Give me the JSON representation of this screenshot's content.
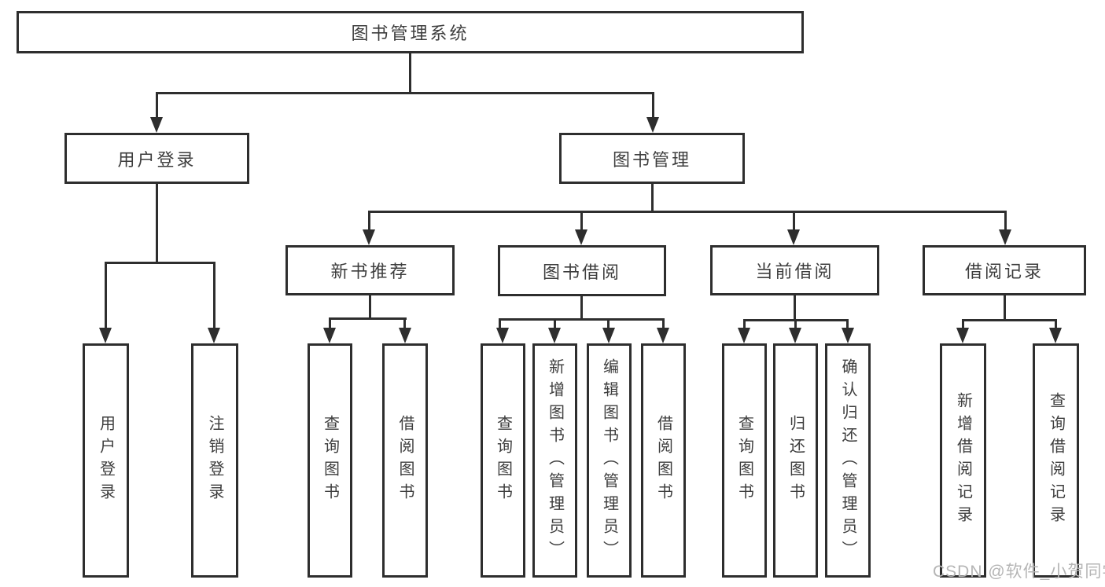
{
  "diagram": {
    "type": "hierarchy-tree",
    "colors": {
      "line": "#2e2e2e",
      "box_border": "#2e2e2e",
      "box_fill": "#ffffff",
      "text": "#3d3d3d",
      "watermark": "#b5b5b5",
      "background": "#ffffff"
    },
    "watermark": "CSDN @软件_小贺同学",
    "root": {
      "label": "图书管理系统"
    },
    "branches": [
      {
        "label": "用户登录",
        "children": [
          {
            "label": "用户登录"
          },
          {
            "label": "注销登录"
          }
        ]
      },
      {
        "label": "图书管理",
        "children": [
          {
            "label": "新书推荐",
            "children": [
              {
                "label": "查询图书"
              },
              {
                "label": "借阅图书"
              }
            ]
          },
          {
            "label": "图书借阅",
            "children": [
              {
                "label": "查询图书"
              },
              {
                "label": "新增图书（管理员）"
              },
              {
                "label": "编辑图书（管理员）"
              },
              {
                "label": "借阅图书"
              }
            ]
          },
          {
            "label": "当前借阅",
            "children": [
              {
                "label": "查询图书"
              },
              {
                "label": "归还图书"
              },
              {
                "label": "确认归还（管理员）"
              }
            ]
          },
          {
            "label": "借阅记录",
            "children": [
              {
                "label": "新增借阅记录"
              },
              {
                "label": "查询借阅记录"
              }
            ]
          }
        ]
      }
    ]
  }
}
